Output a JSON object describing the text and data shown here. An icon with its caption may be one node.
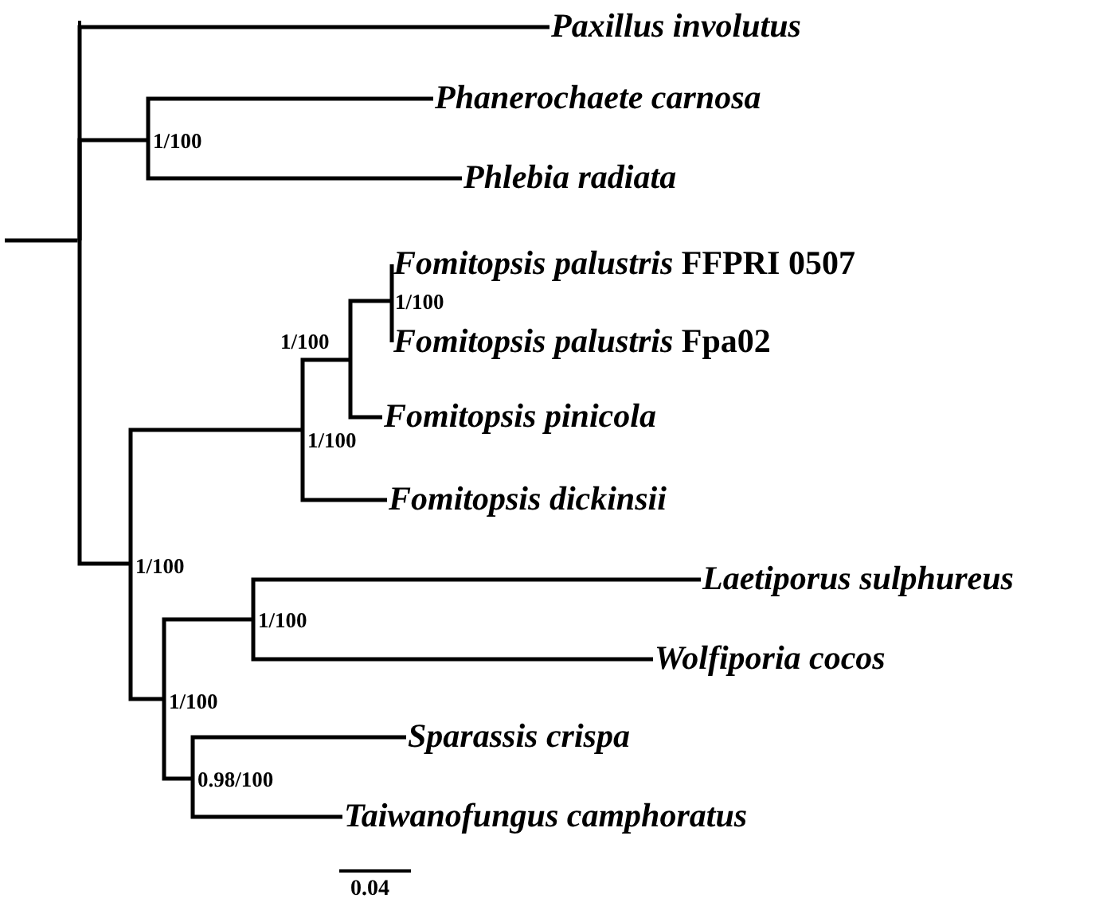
{
  "diagram": {
    "nodes": [
      {
        "text": [],
        "shape": "bar"
      },
      {
        "text": [
          "Paxillus involutus"
        ]
      },
      {
        "text": [
          "Phanerochaete carnosa"
        ]
      },
      {
        "text": [
          "1/100"
        ]
      },
      {
        "text": [
          "Phlebia radiata"
        ]
      },
      {
        "text": [
          "Fomitopsis palustris",
          "FFPRI 0507"
        ]
      },
      {
        "text": [
          "1/100"
        ]
      },
      {
        "text": [
          "1/100"
        ]
      },
      {
        "text": [
          "Fomitopsis palustris",
          "Fpa02"
        ]
      },
      {
        "text": [
          "Fomitopsis pinicola"
        ]
      },
      {
        "text": [
          "1/100"
        ]
      },
      {
        "text": [
          "Fomitopsis dickinsii"
        ]
      },
      {
        "text": [
          "1/100"
        ]
      },
      {
        "text": [
          "Laetiporus sulphureus"
        ]
      },
      {
        "text": [
          "1/100"
        ]
      },
      {
        "text": [
          "Wolfiporia cocos"
        ]
      },
      {
        "text": [
          "1/100"
        ]
      },
      {
        "text": [
          "Sparassis crispa"
        ]
      },
      {
        "text": [
          "0.98/100"
        ]
      },
      {
        "text": [
          "Taiwanofungus camphoratus"
        ]
      }
    ],
    "edges": [
      {
        "from": null,
        "to": 0,
        "arrow": "none"
      },
      {
        "from": 0,
        "to": 1,
        "arrow": "none"
      },
      {
        "from": 0,
        "to": 3,
        "arrow": "none"
      },
      {
        "from": 0,
        "to": 12,
        "arrow": "none"
      },
      {
        "from": 3,
        "to": 2,
        "arrow": "none"
      },
      {
        "from": 3,
        "to": 4,
        "arrow": "none"
      },
      {
        "from": 12,
        "to": 10,
        "arrow": "none"
      },
      {
        "from": 12,
        "to": 16,
        "arrow": "none"
      },
      {
        "from": 10,
        "to": 7,
        "arrow": "none"
      },
      {
        "from": 10,
        "to": 11,
        "arrow": "none"
      },
      {
        "from": 7,
        "to": 6,
        "arrow": "none"
      },
      {
        "from": 7,
        "to": 9,
        "arrow": "none"
      },
      {
        "from": 6,
        "to": 5,
        "arrow": "none"
      },
      {
        "from": 6,
        "to": 8,
        "arrow": "none"
      },
      {
        "from": 16,
        "to": 14,
        "arrow": "none"
      },
      {
        "from": 16,
        "to": 18,
        "arrow": "none"
      },
      {
        "from": 14,
        "to": 13,
        "arrow": "none"
      },
      {
        "from": 14,
        "to": 15,
        "arrow": "none"
      },
      {
        "from": 18,
        "to": 17,
        "arrow": "none"
      },
      {
        "from": 18,
        "to": 19,
        "arrow": "none"
      }
    ],
    "labels": [
      "0.04"
    ]
  }
}
